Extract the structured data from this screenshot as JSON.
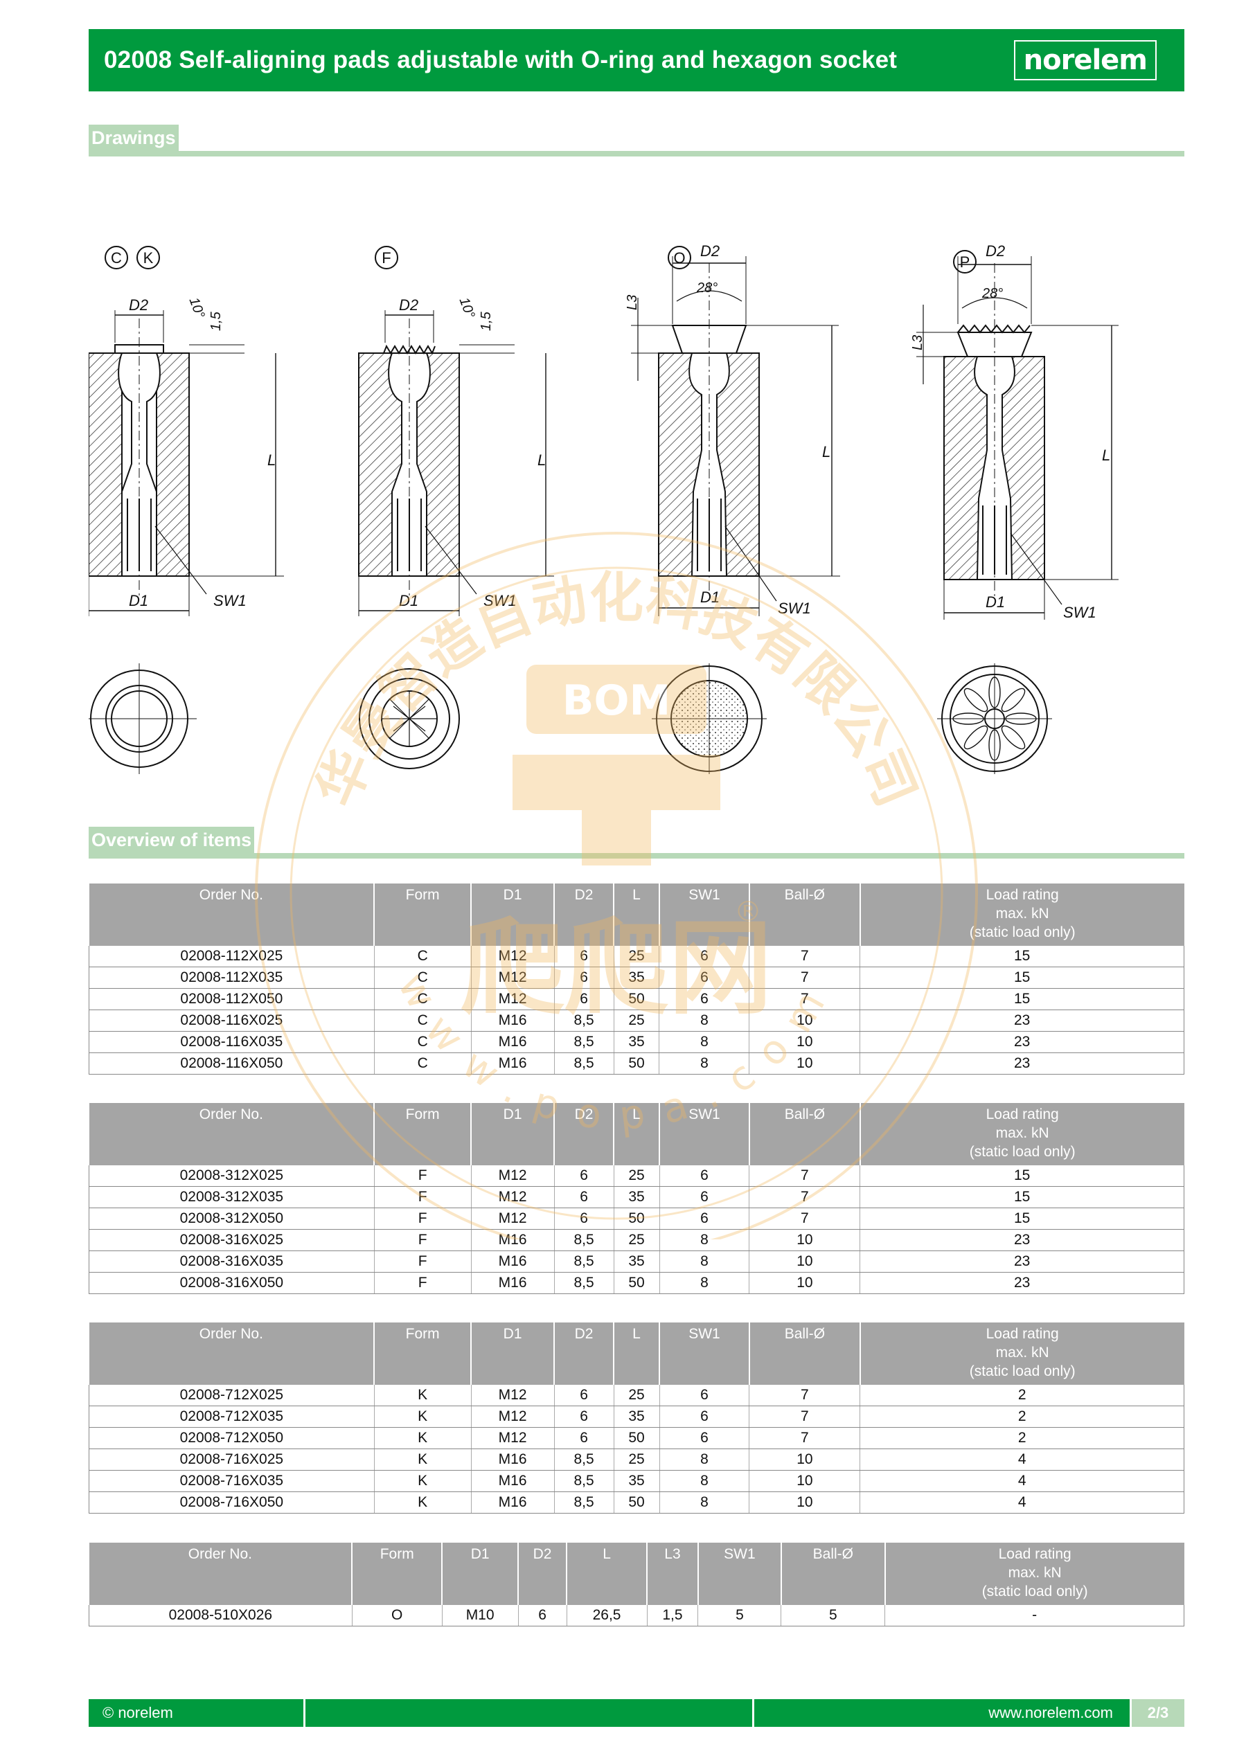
{
  "header": {
    "title": "02008 Self-aligning pads adjustable with O-ring and hexagon socket",
    "logo": "norelem"
  },
  "sections": {
    "drawings": "Drawings",
    "overview": "Overview of items"
  },
  "drawing_labels": {
    "ck": {
      "form1": "C",
      "form2": "K",
      "d2": "D2",
      "angle": "10°",
      "dim": "1,5",
      "l": "L",
      "d1": "D1",
      "sw": "SW1"
    },
    "f": {
      "form": "F",
      "d2": "D2",
      "angle": "10°",
      "dim": "1,5",
      "l": "L",
      "d1": "D1",
      "sw": "SW1"
    },
    "o": {
      "form": "O",
      "d2": "D2",
      "angle": "28°",
      "l3": "L3",
      "l": "L",
      "d1": "D1",
      "sw": "SW1"
    },
    "p": {
      "form": "P",
      "d2": "D2",
      "angle": "28°",
      "l3": "L3",
      "l": "L",
      "d1": "D1",
      "sw": "SW1"
    }
  },
  "tables": [
    {
      "headers": [
        "Order No.",
        "Form",
        "D1",
        "D2",
        "L",
        "SW1",
        "Ball-Ø",
        "Load rating\nmax. kN\n(static load only)"
      ],
      "rows": [
        [
          "02008-112X025",
          "C",
          "M12",
          "6",
          "25",
          "6",
          "7",
          "15"
        ],
        [
          "02008-112X035",
          "C",
          "M12",
          "6",
          "35",
          "6",
          "7",
          "15"
        ],
        [
          "02008-112X050",
          "C",
          "M12",
          "6",
          "50",
          "6",
          "7",
          "15"
        ],
        [
          "02008-116X025",
          "C",
          "M16",
          "8,5",
          "25",
          "8",
          "10",
          "23"
        ],
        [
          "02008-116X035",
          "C",
          "M16",
          "8,5",
          "35",
          "8",
          "10",
          "23"
        ],
        [
          "02008-116X050",
          "C",
          "M16",
          "8,5",
          "50",
          "8",
          "10",
          "23"
        ]
      ]
    },
    {
      "headers": [
        "Order No.",
        "Form",
        "D1",
        "D2",
        "L",
        "SW1",
        "Ball-Ø",
        "Load rating\nmax. kN\n(static load only)"
      ],
      "rows": [
        [
          "02008-312X025",
          "F",
          "M12",
          "6",
          "25",
          "6",
          "7",
          "15"
        ],
        [
          "02008-312X035",
          "F",
          "M12",
          "6",
          "35",
          "6",
          "7",
          "15"
        ],
        [
          "02008-312X050",
          "F",
          "M12",
          "6",
          "50",
          "6",
          "7",
          "15"
        ],
        [
          "02008-316X025",
          "F",
          "M16",
          "8,5",
          "25",
          "8",
          "10",
          "23"
        ],
        [
          "02008-316X035",
          "F",
          "M16",
          "8,5",
          "35",
          "8",
          "10",
          "23"
        ],
        [
          "02008-316X050",
          "F",
          "M16",
          "8,5",
          "50",
          "8",
          "10",
          "23"
        ]
      ]
    },
    {
      "headers": [
        "Order No.",
        "Form",
        "D1",
        "D2",
        "L",
        "SW1",
        "Ball-Ø",
        "Load rating\nmax. kN\n(static load only)"
      ],
      "rows": [
        [
          "02008-712X025",
          "K",
          "M12",
          "6",
          "25",
          "6",
          "7",
          "2"
        ],
        [
          "02008-712X035",
          "K",
          "M12",
          "6",
          "35",
          "6",
          "7",
          "2"
        ],
        [
          "02008-712X050",
          "K",
          "M12",
          "6",
          "50",
          "6",
          "7",
          "2"
        ],
        [
          "02008-716X025",
          "K",
          "M16",
          "8,5",
          "25",
          "8",
          "10",
          "4"
        ],
        [
          "02008-716X035",
          "K",
          "M16",
          "8,5",
          "35",
          "8",
          "10",
          "4"
        ],
        [
          "02008-716X050",
          "K",
          "M16",
          "8,5",
          "50",
          "8",
          "10",
          "4"
        ]
      ]
    },
    {
      "headers": [
        "Order No.",
        "Form",
        "D1",
        "D2",
        "L",
        "L3",
        "SW1",
        "Ball-Ø",
        "Load rating\nmax. kN\n(static load only)"
      ],
      "rows": [
        [
          "02008-510X026",
          "O",
          "M10",
          "6",
          "26,5",
          "1,5",
          "5",
          "5",
          "-"
        ]
      ]
    }
  ],
  "watermark": {
    "company": "华曼智造自动化科技有限公司",
    "brand": "BOM",
    "site_cn": "爬爬网",
    "url": "www.popa.com",
    "reg": "®"
  },
  "footer": {
    "copyright": "© norelem",
    "website": "www.norelem.com",
    "page": "2/3"
  }
}
